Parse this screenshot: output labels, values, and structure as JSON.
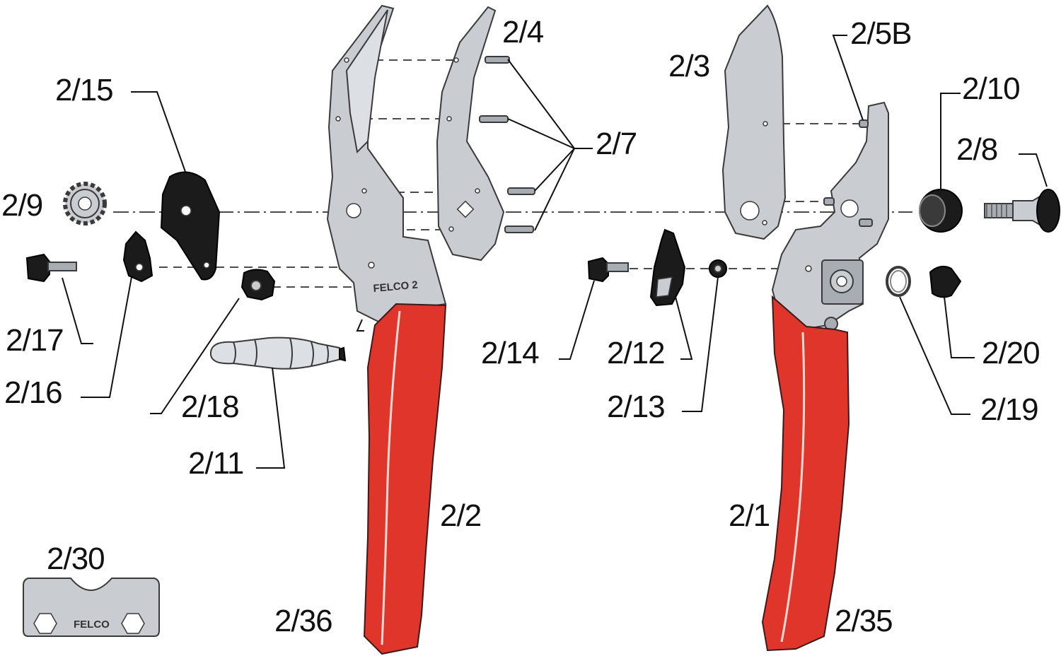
{
  "diagram": {
    "labels": {
      "p2_1": "2/1",
      "p2_2": "2/2",
      "p2_3": "2/3",
      "p2_4": "2/4",
      "p2_5B": "2/5B",
      "p2_7": "2/7",
      "p2_8": "2/8",
      "p2_9": "2/9",
      "p2_10": "2/10",
      "p2_11": "2/11",
      "p2_12": "2/12",
      "p2_13": "2/13",
      "p2_14": "2/14",
      "p2_15": "2/15",
      "p2_16": "2/16",
      "p2_17": "2/17",
      "p2_18": "2/18",
      "p2_19": "2/19",
      "p2_20": "2/20",
      "p2_30": "2/30",
      "p2_35": "2/35",
      "p2_36": "2/36"
    },
    "brand": "FELCO",
    "handle_mark": "FELCO 2",
    "colors": {
      "handle_red": "#e0352b",
      "steel": "#c9ccd0",
      "black_parts": "#1b1b1b",
      "line": "#111111"
    }
  }
}
